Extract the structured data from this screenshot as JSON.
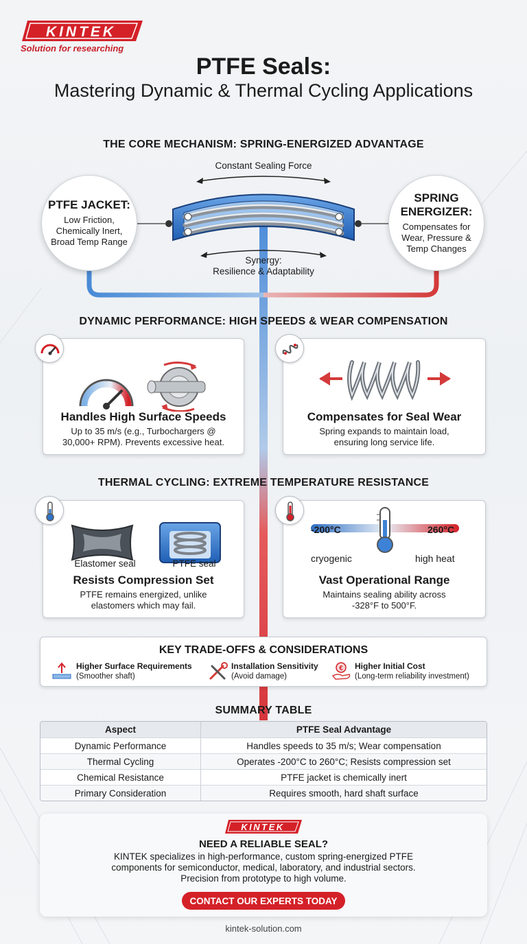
{
  "brand": {
    "logo": "KINTEK",
    "tagline": "Solution for researching",
    "accent": "#d42128",
    "blue": "#2f73c9"
  },
  "title": {
    "main": "PTFE Seals:",
    "sub": "Mastering Dynamic & Thermal Cycling Applications"
  },
  "core": {
    "heading": "THE CORE MECHANISM: SPRING-ENERGIZED ADVANTAGE",
    "force_label": "Constant Sealing Force",
    "synergy_label": "Synergy:",
    "synergy_sub": "Resilience & Adaptability",
    "jacket": {
      "title": "PTFE JACKET:",
      "desc": "Low Friction, Chemically Inert, Broad Temp Range"
    },
    "spring": {
      "title": "SPRING ENERGIZER:",
      "desc": "Compensates for Wear, Pressure & Temp Changes"
    }
  },
  "dynamic": {
    "heading": "DYNAMIC PERFORMANCE: HIGH SPEEDS & WEAR COMPENSATION",
    "left": {
      "title": "Handles High Surface Speeds",
      "desc": "Up to 35 m/s (e.g., Turbochargers @ 30,000+ RPM). Prevents excessive heat."
    },
    "right": {
      "title": "Compensates for Seal Wear",
      "desc": "Spring expands to maintain load, ensuring long service life."
    }
  },
  "thermal": {
    "heading": "THERMAL CYCLING: EXTREME TEMPERATURE RESISTANCE",
    "left": {
      "label_elastomer": "Elastomer seal",
      "label_ptfe": "PTFE seal",
      "title": "Resists Compression Set",
      "desc": "PTFE remains energized, unlike elastomers which may fail."
    },
    "right": {
      "temp_low": "-200°C",
      "temp_high": "260°C",
      "label_low": "cryogenic",
      "label_high": "high heat",
      "title": "Vast Operational Range",
      "desc": "Maintains sealing ability across -328°F to 500°F."
    }
  },
  "tradeoffs": {
    "heading": "KEY TRADE-OFFS & CONSIDERATIONS",
    "items": [
      {
        "title": "Higher Surface Requirements",
        "sub": "(Smoother shaft)"
      },
      {
        "title": "Installation Sensitivity",
        "sub": "(Avoid damage)"
      },
      {
        "title": "Higher Initial Cost",
        "sub": "(Long-term reliability investment)"
      }
    ]
  },
  "summary": {
    "heading": "SUMMARY TABLE",
    "columns": [
      "Aspect",
      "PTFE Seal Advantage"
    ],
    "rows": [
      [
        "Dynamic Performance",
        "Handles speeds to 35 m/s; Wear compensation"
      ],
      [
        "Thermal Cycling",
        "Operates -200°C to 260°C; Resists compression set"
      ],
      [
        "Chemical Resistance",
        "PTFE jacket is chemically inert"
      ],
      [
        "Primary Consideration",
        "Requires smooth, hard shaft surface"
      ]
    ]
  },
  "cta": {
    "logo": "KINTEK",
    "heading": "NEED A RELIABLE SEAL?",
    "line1": "KINTEK specializes in high-performance, custom spring-energized PTFE",
    "line2": "components for semiconductor, medical, laboratory, and industrial sectors.",
    "line3": "Precision from prototype to high volume.",
    "button": "CONTACT OUR EXPERTS TODAY"
  },
  "footer": {
    "url": "kintek-solution.com"
  }
}
